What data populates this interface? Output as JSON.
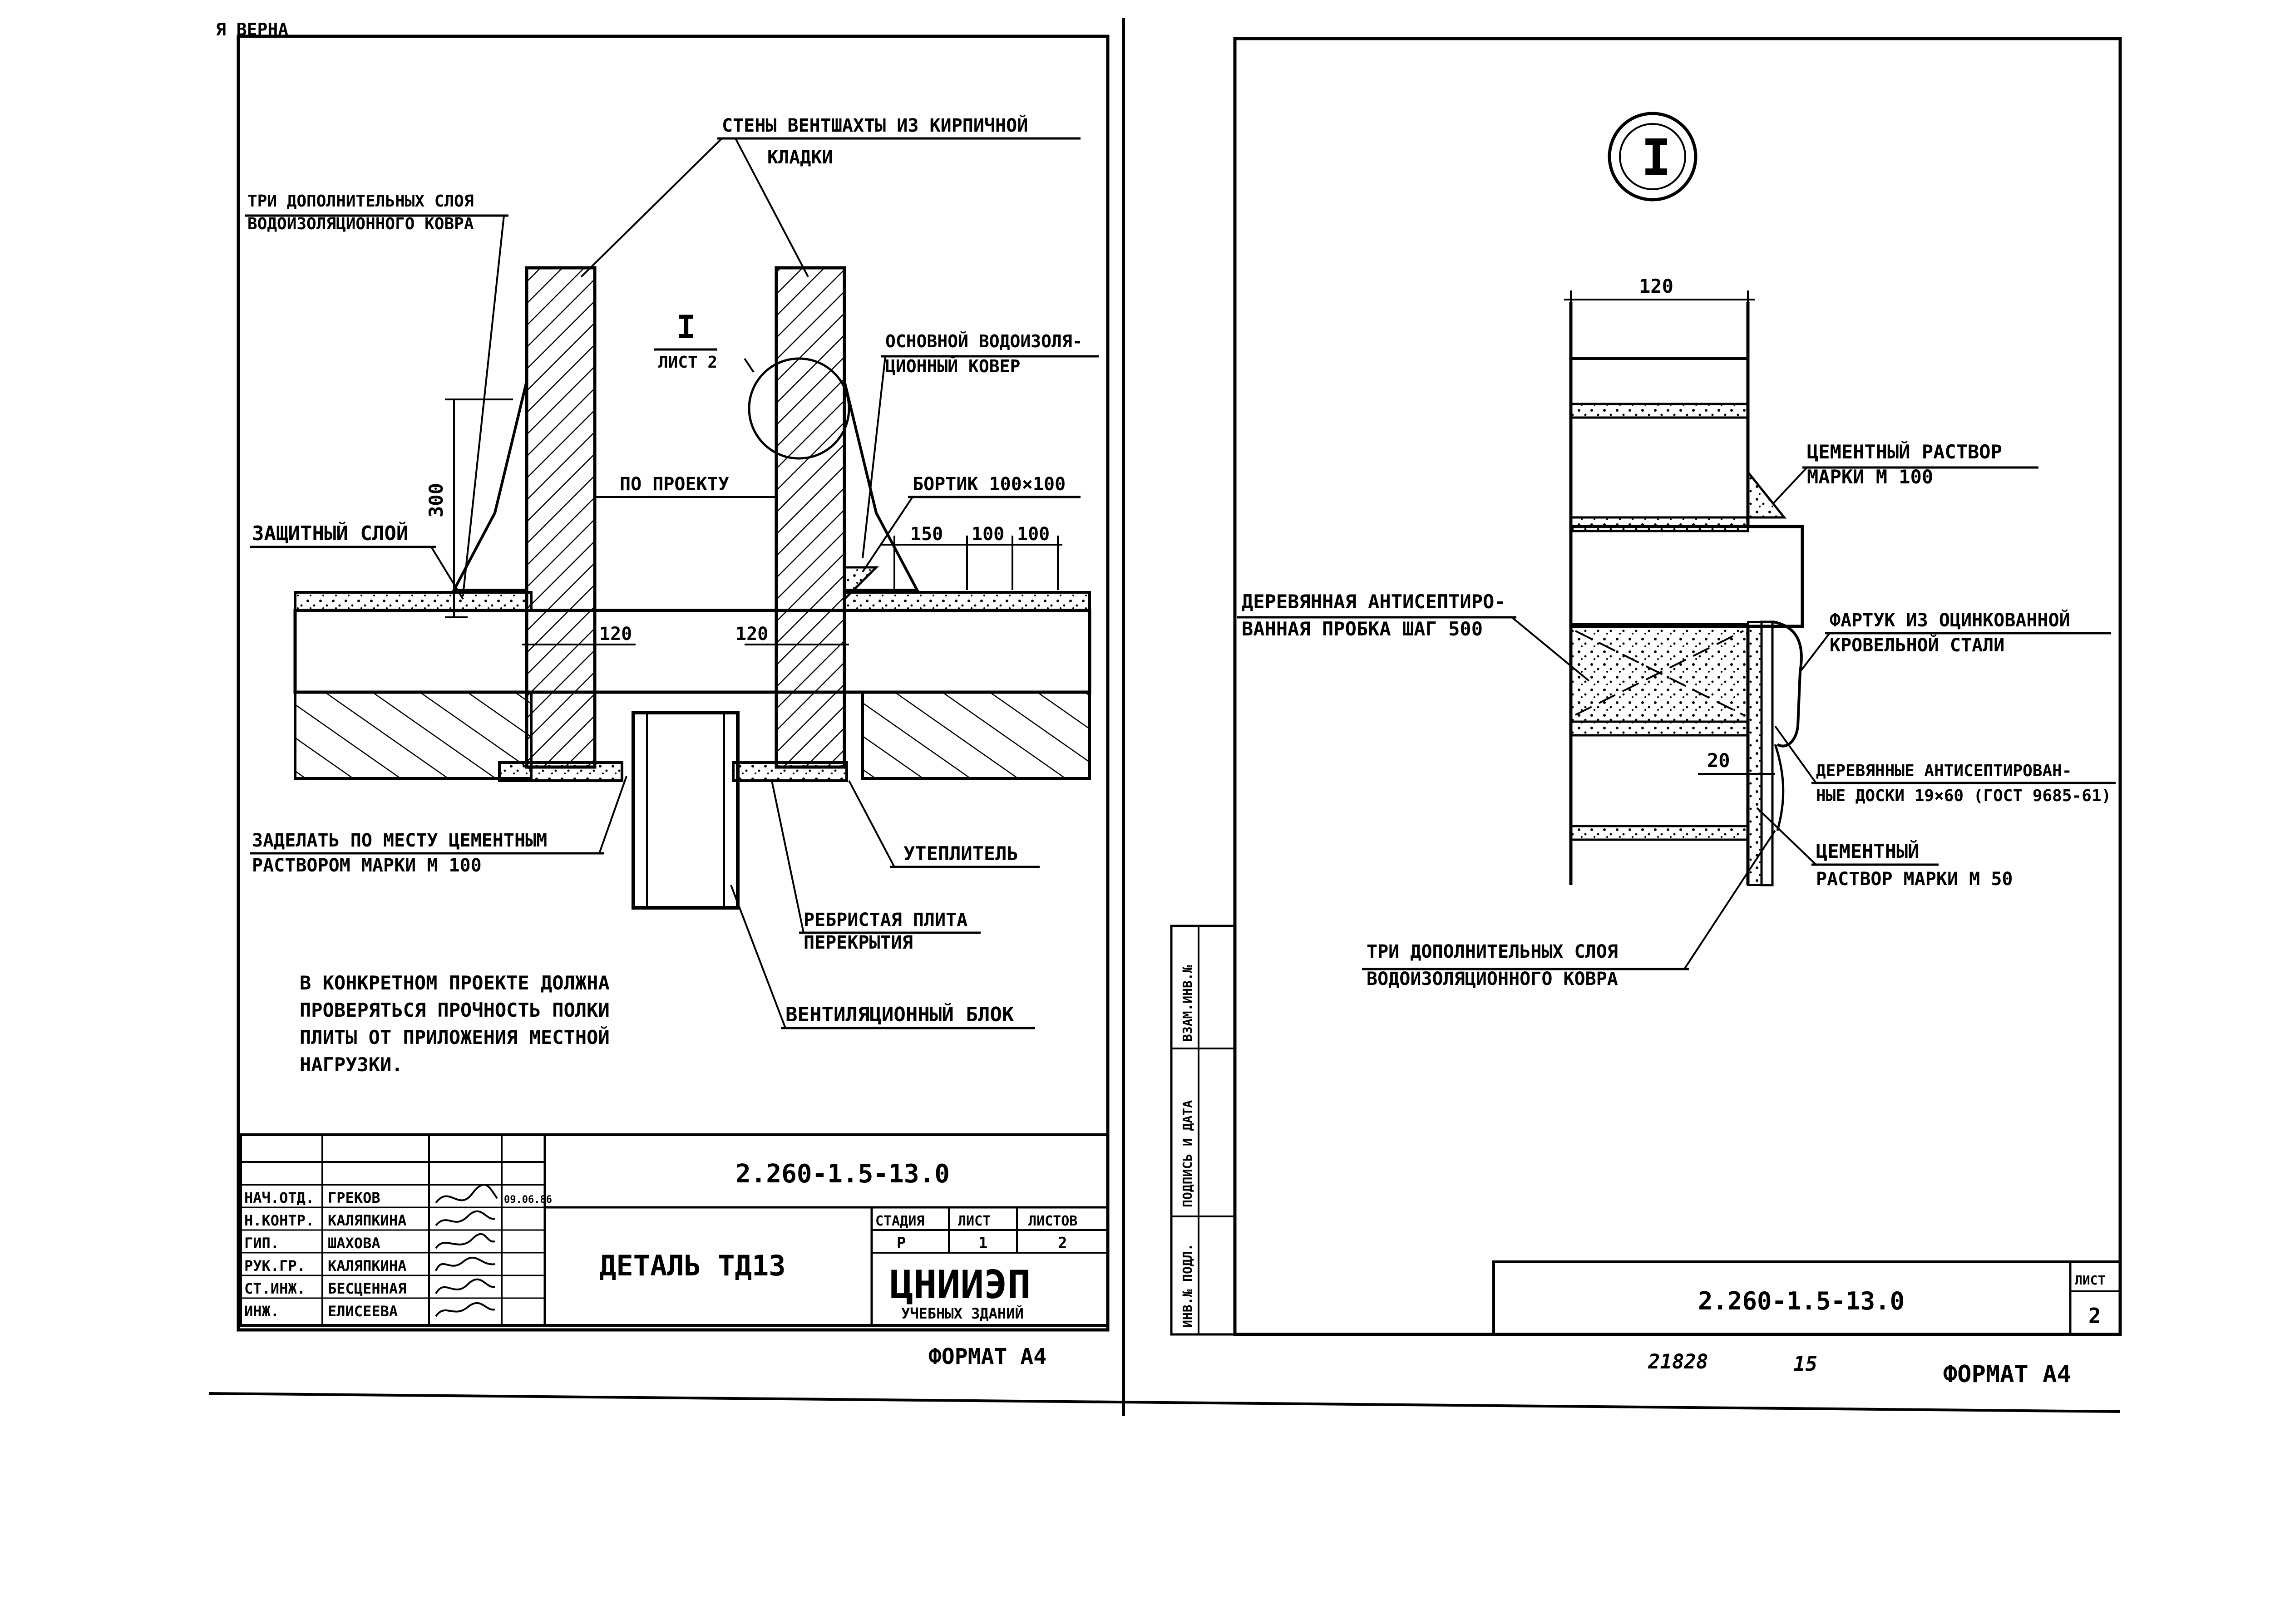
{
  "header_fragment": "Я ВЕРНА",
  "sheet1": {
    "labels": {
      "walls": [
        "СТЕНЫ ВЕНТШАХТЫ ИЗ КИРПИЧНОЙ",
        "КЛАДКИ"
      ],
      "three_layers": [
        "ТРИ ДОПОЛНИТЕЛЬНЫХ СЛОЯ",
        "ВОДОИЗОЛЯЦИОННОГО КОВРА"
      ],
      "section_ref": "I",
      "section_sheet": "ЛИСТ 2",
      "main_carpet": [
        "ОСНОВНОЙ ВОДОИЗОЛЯ-",
        "ЦИОННЫЙ КОВЕР"
      ],
      "per_project": "ПО ПРОЕКТУ",
      "border": "БОРТИК 100×100",
      "protective": "ЗАЩИТНЫЙ СЛОЙ",
      "seal": [
        "ЗАДЕЛАТЬ ПО МЕСТУ ЦЕМЕНТНЫМ",
        "РАСТВОРОМ МАРКИ М 100"
      ],
      "insulation": "УТЕПЛИТЕЛЬ",
      "ribbed": [
        "РЕБРИСТАЯ ПЛИТА",
        "ПЕРЕКРЫТИЯ"
      ],
      "vent_block": "ВЕНТИЛЯЦИОННЫЙ БЛОК"
    },
    "dims": {
      "d300": "300",
      "d120a": "120",
      "d120b": "120",
      "d150": "150",
      "d100a": "100",
      "d100b": "100"
    },
    "note": [
      "В КОНКРЕТНОМ ПРОЕКТЕ ДОЛЖНА",
      "ПРОВЕРЯТЬСЯ ПРОЧНОСТЬ ПОЛКИ",
      "ПЛИТЫ ОТ ПРИЛОЖЕНИЯ МЕСТНОЙ",
      "НАГРУЗКИ."
    ],
    "title_block": {
      "doc_code": "2.260-1.5-13.0",
      "title": "ДЕТАЛЬ ТД13",
      "stage_h": "СТАДИЯ",
      "sheet_h": "ЛИСТ",
      "sheets_h": "ЛИСТОВ",
      "stage": "Р",
      "sheet": "1",
      "sheets": "2",
      "org": "ЦНИИЭП",
      "org_sub": "УЧЕБНЫХ ЗДАНИЙ",
      "date": "09.06.86",
      "signers": [
        {
          "role": "НАЧ.ОТД.",
          "name": "ГРЕКОВ"
        },
        {
          "role": "Н.КОНТР.",
          "name": "КАЛЯПКИНА"
        },
        {
          "role": "ГИП.",
          "name": "ШАХОВА"
        },
        {
          "role": "РУК.ГР.",
          "name": "КАЛЯПКИНА"
        },
        {
          "role": "СТ.ИНЖ.",
          "name": "БЕСЦЕННАЯ"
        },
        {
          "role": "ИНЖ.",
          "name": "ЕЛИСЕЕВА"
        }
      ]
    },
    "format": "ФОРМАТ А4"
  },
  "sheet2": {
    "section_mark": "I",
    "dims": {
      "width": "120",
      "gap": "20"
    },
    "labels": {
      "cement100": [
        "ЦЕМЕНТНЫЙ РАСТВОР",
        "МАРКИ М 100"
      ],
      "plug": [
        "ДЕРЕВЯННАЯ АНТИСЕПТИРО-",
        "ВАННАЯ ПРОБКА ШАГ 500"
      ],
      "apron": [
        "ФАРТУК ИЗ ОЦИНКОВАННОЙ",
        "КРОВЕЛЬНОЙ СТАЛИ"
      ],
      "boards": [
        "ДЕРЕВЯННЫЕ АНТИСЕПТИРОВАН-",
        "НЫЕ ДОСКИ 19×60 (ГОСТ 9685-61)"
      ],
      "cement50": [
        "ЦЕМЕНТНЫЙ",
        "РАСТВОР МАРКИ М 50"
      ],
      "three_layers": [
        "ТРИ ДОПОЛНИТЕЛЬНЫХ СЛОЯ",
        "ВОДОИЗОЛЯЦИОННОГО КОВРА"
      ]
    },
    "side_stamp": [
      "ИНВ.№ ПОДЛ.",
      "ПОДПИСЬ И ДАТА",
      "ВЗАМ.ИНВ.№"
    ],
    "title_block": {
      "doc_code": "2.260-1.5-13.0",
      "sheet_h": "ЛИСТ",
      "sheet": "2"
    },
    "archive_no": "21828",
    "archive_sheet": "15",
    "format": "ФОРМАТ А4"
  }
}
